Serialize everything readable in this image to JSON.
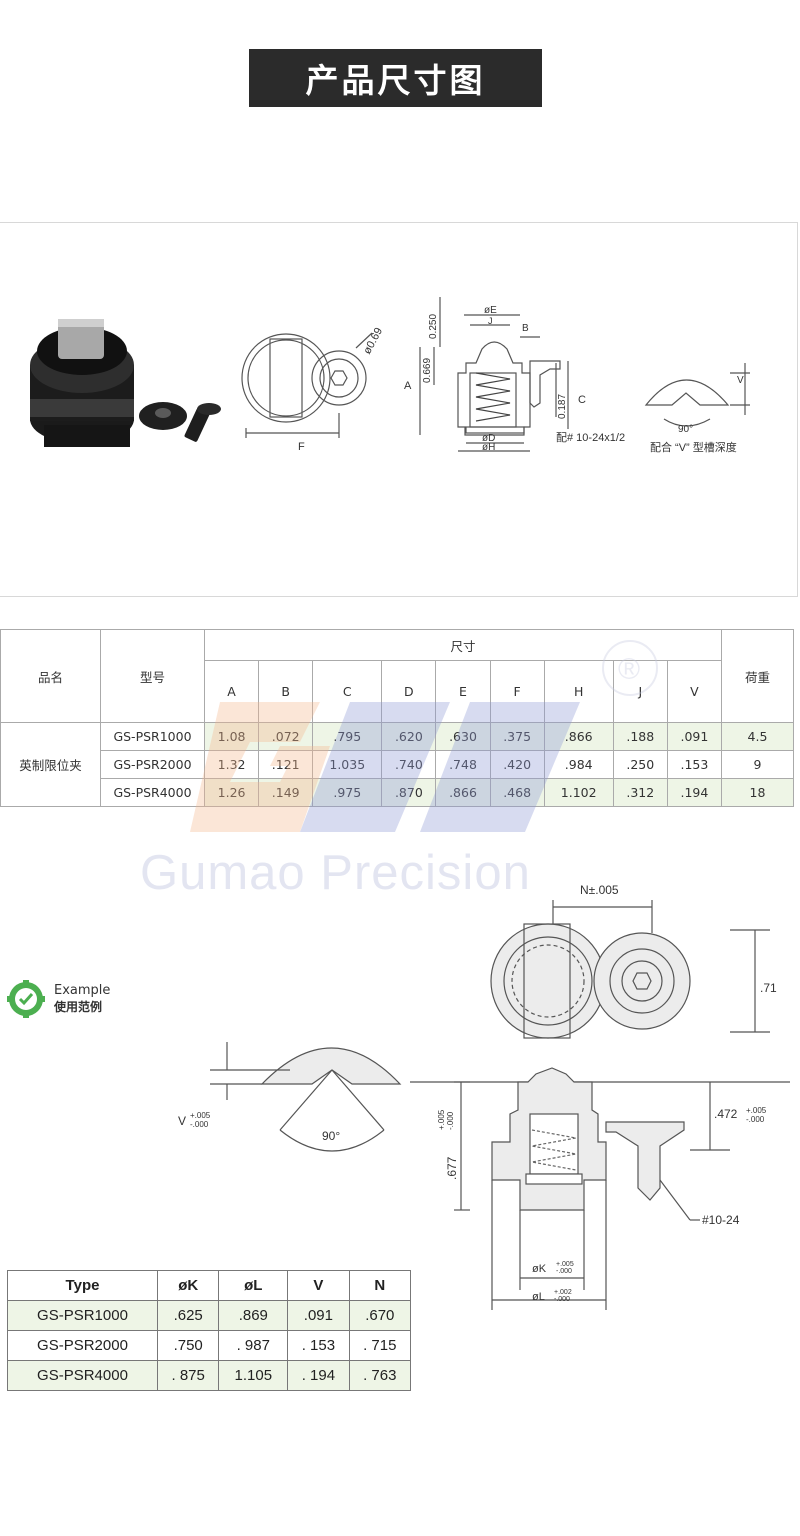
{
  "page_title": "产品尺寸图",
  "drawing": {
    "dia_label": "ø0.69",
    "F": "F",
    "oE": "øE",
    "J": "J",
    "B": "B",
    "dim_0250": "0.250",
    "dim_0669": "0.669",
    "A": "A",
    "C": "C",
    "dim_0187": "0.187",
    "oD": "øD",
    "oH": "øH",
    "screw_note": "配# 10-24x1/2",
    "V": "V",
    "angle": "90°",
    "groove_note": "配合 “V” 型槽深度"
  },
  "spec_table": {
    "col_name": "品名",
    "col_model": "型号",
    "col_size": "尺寸",
    "col_load": "荷重",
    "size_cols": [
      "A",
      "B",
      "C",
      "D",
      "E",
      "F",
      "H",
      "J",
      "V"
    ],
    "product_name": "英制限位夹",
    "rows": [
      {
        "model": "GS-PSR1000",
        "vals": [
          "1.08",
          ".072",
          ".795",
          ".620",
          ".630",
          ".375",
          ".866",
          ".188",
          ".091"
        ],
        "load": "4.5"
      },
      {
        "model": "GS-PSR2000",
        "vals": [
          "1.32",
          ".121",
          "1.035",
          ".740",
          ".748",
          ".420",
          ".984",
          ".250",
          ".153"
        ],
        "load": "9"
      },
      {
        "model": "GS-PSR4000",
        "vals": [
          "1.26",
          ".149",
          ".975",
          ".870",
          ".866",
          ".468",
          "1.102",
          ".312",
          ".194"
        ],
        "load": "18"
      }
    ]
  },
  "watermark": {
    "brand": "Gumao Precision",
    "registered": "®"
  },
  "example": {
    "title": "Example",
    "subtitle": "使用范例"
  },
  "example_drawing": {
    "N": "N±.005",
    "d71": ".71",
    "V": "V",
    "V_tol_plus": "+.005",
    "V_tol_minus": "-.000",
    "angle": "90°",
    "d677": ".677",
    "d677_tol_plus": "+.005",
    "d677_tol_minus": "-.000",
    "d472": ".472",
    "d472_tol_plus": "+.005",
    "d472_tol_minus": "-.000",
    "thread": "#10-24",
    "K": "øK",
    "K_tol_plus": "+.005",
    "K_tol_minus": "-.000",
    "L": "øL",
    "L_tol_plus": "+.002",
    "L_tol_minus": "-.000"
  },
  "type_table": {
    "headers": [
      "Type",
      "øK",
      "øL",
      "V",
      "N"
    ],
    "rows": [
      [
        "GS-PSR1000",
        ".625",
        ".869",
        ".091",
        ".670"
      ],
      [
        "GS-PSR2000",
        ".750",
        ". 987",
        ". 153",
        ". 715"
      ],
      [
        "GS-PSR4000",
        ". 875",
        "1.105",
        ". 194",
        ". 763"
      ]
    ]
  },
  "colors": {
    "banner": "#2b2b2b",
    "row_tint": "#eef5e6",
    "watermark": "#e3e5f1",
    "example_icon": "#4caf50"
  }
}
